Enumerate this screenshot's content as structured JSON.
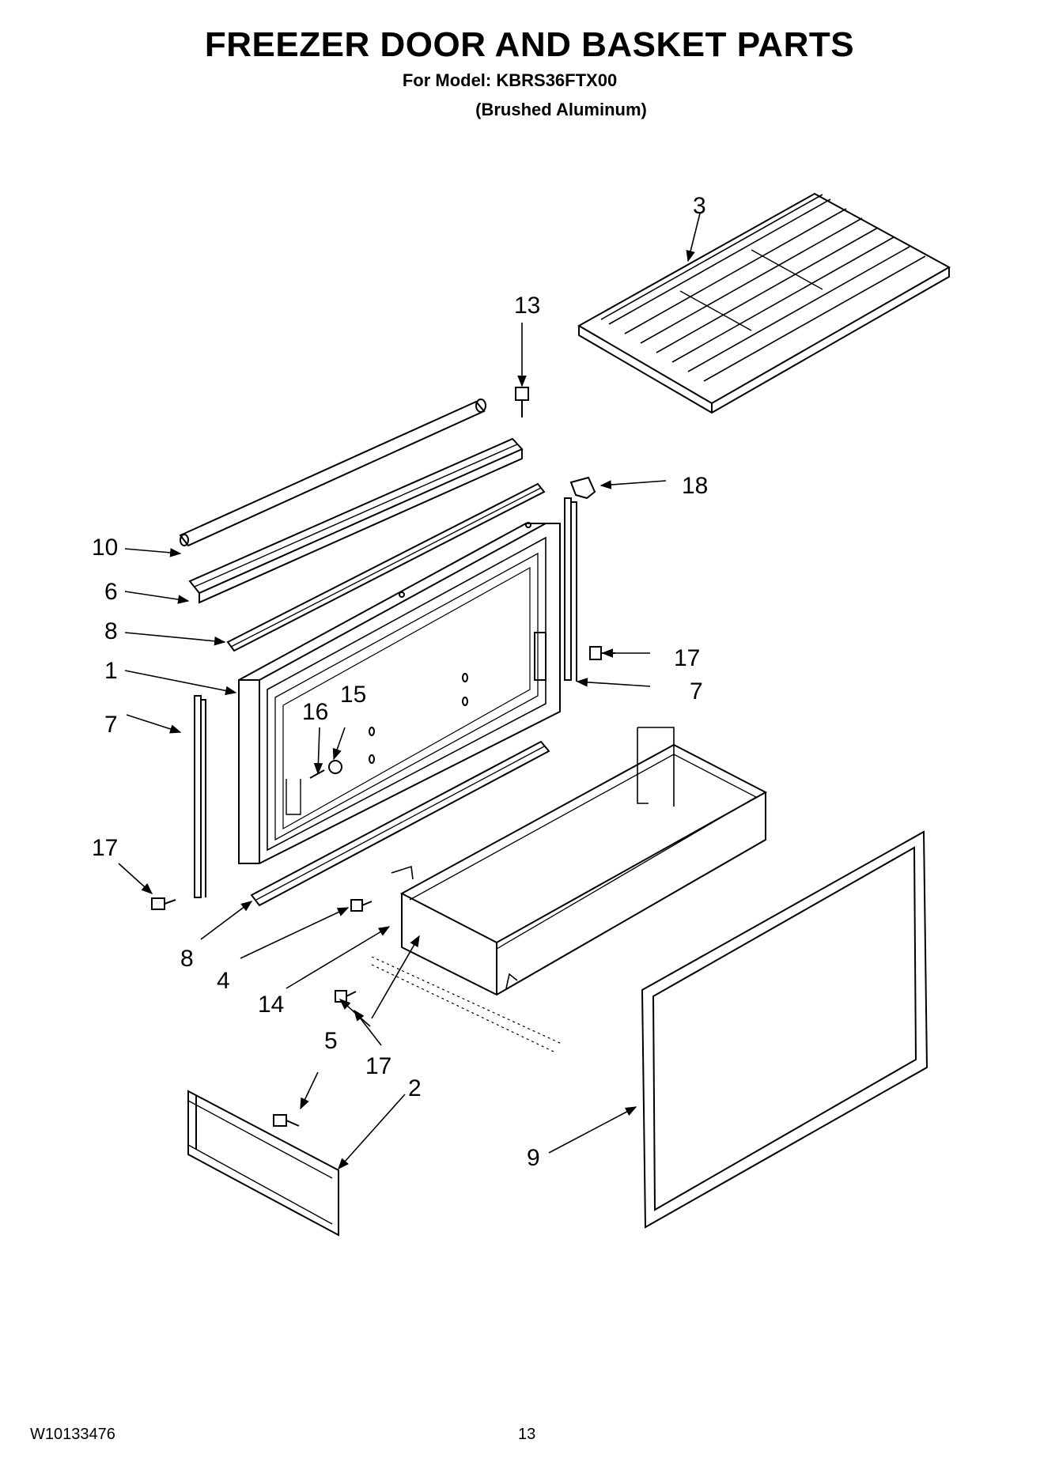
{
  "header": {
    "title": "FREEZER DOOR AND BASKET PARTS",
    "model_line": "For Model: KBRS36FTX00",
    "finish_line": "(Brushed Aluminum)"
  },
  "callouts": {
    "c1": "1",
    "c2": "2",
    "c3": "3",
    "c4": "4",
    "c5": "5",
    "c6": "6",
    "c7a": "7",
    "c7b": "7",
    "c8a": "8",
    "c8b": "8",
    "c9": "9",
    "c10": "10",
    "c13": "13",
    "c14": "14",
    "c15": "15",
    "c16": "16",
    "c17a": "17",
    "c17b": "17",
    "c17c": "17",
    "c18": "18"
  },
  "footer": {
    "document_number": "W10133476",
    "page_number": "13"
  }
}
